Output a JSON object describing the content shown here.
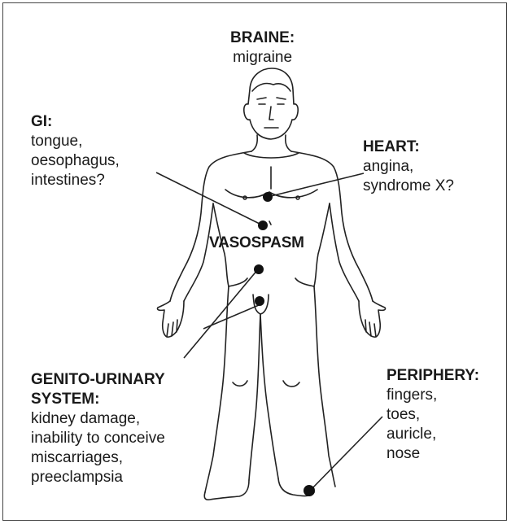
{
  "labels": {
    "brain": {
      "heading": "BRAINE:",
      "lines": [
        "migraine"
      ]
    },
    "gi": {
      "heading": "GI:",
      "lines": [
        "tongue,",
        "oesophagus,",
        "intestines?"
      ]
    },
    "heart": {
      "heading": "HEART:",
      "lines": [
        "angina,",
        "syndrome X?"
      ]
    },
    "center": "VASOSPASM",
    "genito": {
      "heading_1": "GENITO-URINARY",
      "heading_2": "SYSTEM:",
      "lines": [
        "kidney damage,",
        "inability to conceive",
        "miscarriages,",
        "preeclampsia"
      ]
    },
    "periphery": {
      "heading": "PERIPHERY:",
      "lines": [
        "fingers,",
        "toes,",
        "auricle,",
        "nose"
      ]
    }
  }
}
